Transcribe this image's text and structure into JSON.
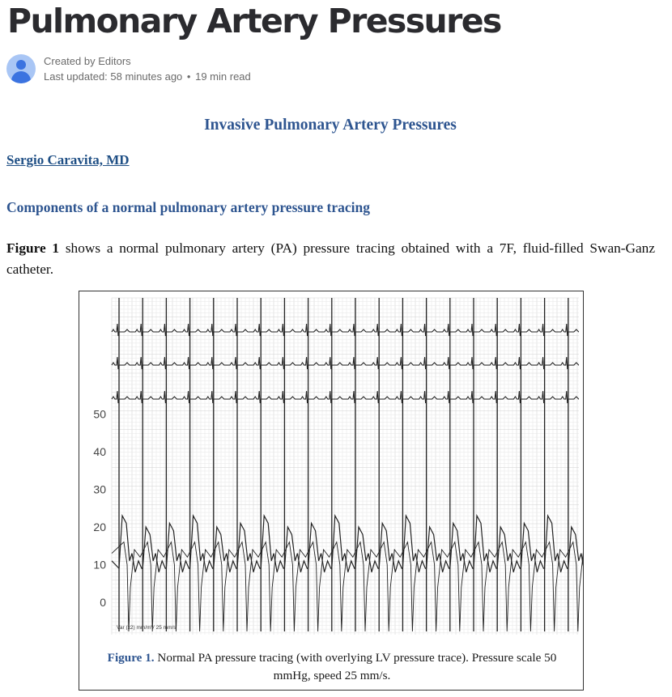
{
  "page": {
    "title": "Pulmonary Artery Pressures",
    "byline": {
      "created_by": "Created by Editors",
      "last_updated": "Last updated: 58 minutes ago",
      "separator": "•",
      "read_time": "19 min read"
    }
  },
  "article": {
    "heading": "Invasive Pulmonary Artery Pressures",
    "author": "Sergio Caravita, MD",
    "section_heading": "Components of a normal pulmonary artery pressure tracing",
    "paragraph": {
      "figure_ref": "Figure 1",
      "text": " shows a normal pulmonary artery (PA) pressure tracing obtained with a 7F, fluid-filled Swan-Ganz catheter."
    }
  },
  "figure": {
    "y_tick_labels": [
      "50",
      "40",
      "30",
      "20",
      "10",
      "0"
    ],
    "scale_note": "Var (x2) mm/mV   25 mm/s",
    "caption_label": "Figure 1.",
    "caption_text": " Normal PA pressure tracing (with overlying LV pressure trace). Pressure scale 50 mmHg, speed 25 mm/s.",
    "colors": {
      "trace": "#222222",
      "grid_minor": "#eaeaea",
      "grid_major": "#d2d2d2"
    }
  }
}
